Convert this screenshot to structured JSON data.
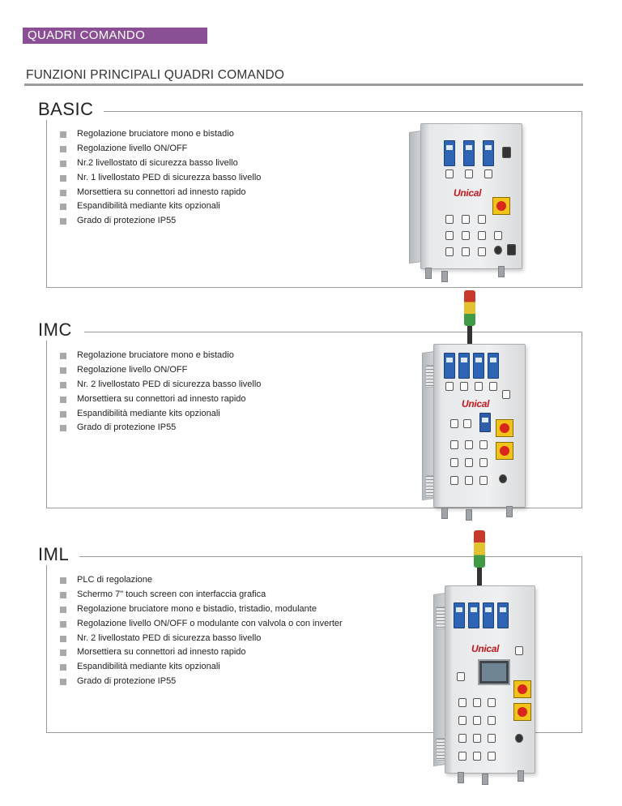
{
  "header": {
    "banner": "QUADRI COMANDO",
    "title": "FUNZIONI PRINCIPALI QUADRI COMANDO"
  },
  "colors": {
    "banner": "#8a4f94",
    "bullet": "#a9a9a9",
    "rule": "#9c9c9c"
  },
  "sections": [
    {
      "name": "BASIC",
      "features": [
        "Regolazione bruciatore mono e bistadio",
        "Regolazione livello ON/OFF",
        "Nr.2 livellostato di sicurezza basso livello",
        "Nr. 1 livellostato PED di sicurezza basso livello",
        "Morsettiera su connettori ad innesto rapido",
        "Espandibilità mediante kits opzionali",
        "Grado di protezione IP55"
      ]
    },
    {
      "name": "IMC",
      "features": [
        "Regolazione bruciatore mono e bistadio",
        "Regolazione livello ON/OFF",
        "Nr. 2 livellostato PED di sicurezza basso livello",
        "Morsettiera su connettori ad innesto rapido",
        "Espandibilità mediante kits opzionali",
        "Grado di protezione IP55"
      ]
    },
    {
      "name": "IML",
      "features": [
        "PLC di regolazione",
        "Schermo 7\" touch screen con interfaccia grafica",
        "Regolazione bruciatore mono e bistadio, tristadio, modulante",
        "Regolazione livello ON/OFF o modulante con valvola o con inverter",
        "Nr. 2 livellostato PED di sicurezza basso livello",
        "Morsettiera su connettori ad innesto rapido",
        "Espandibilità mediante kits opzionali",
        "Grado di protezione IP55"
      ]
    }
  ],
  "brand": {
    "logo": "Unical"
  }
}
